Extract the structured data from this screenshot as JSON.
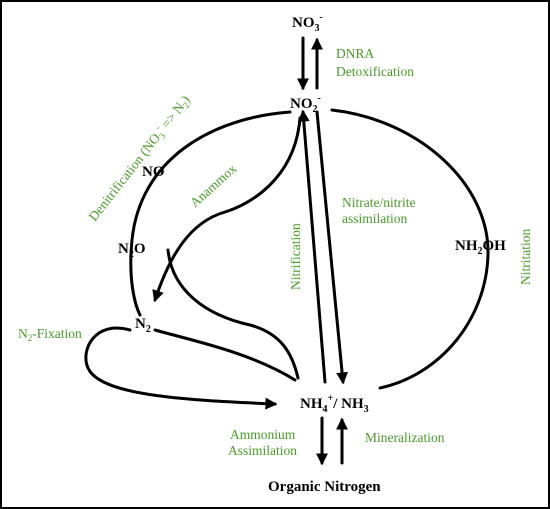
{
  "nodes": {
    "no3": {
      "base": "NO",
      "sub": "3",
      "sup": "-"
    },
    "no2": {
      "base": "NO",
      "sub": "2",
      "sup": "-"
    },
    "no": {
      "base": "NO"
    },
    "n2o": {
      "base1": "N",
      "sub": "2",
      "base2": "O"
    },
    "n2": {
      "base": "N",
      "sub": "2"
    },
    "nh2oh": {
      "base1": "NH",
      "sub": "2",
      "base2": "OH"
    },
    "nh4": {
      "base1": "NH",
      "sub1": "4",
      "sup1": "+",
      "mid": "/ NH",
      "sub2": "3"
    },
    "organic": {
      "label": "Organic Nitrogen"
    }
  },
  "processes": {
    "dnra": "DNRA",
    "detox": "Detoxification",
    "denitrification": {
      "pre": "Denitrification (NO",
      "sub1": "3",
      "sup1": "-",
      "mid": " => N",
      "sub2": "2",
      "post": ")"
    },
    "anammox": "Anammox",
    "nitrate_assim_1": "Nitrate/nitrite",
    "nitrate_assim_2": "assimilation",
    "nitrification": "Nitrification",
    "nitritation": "Nitritation",
    "n2fix": {
      "pre": "N",
      "sub": "2",
      "post": "-Fixation"
    },
    "ammonium_1": "Ammonium",
    "ammonium_2": "Assimilation",
    "mineralization": "Mineralization"
  },
  "colors": {
    "process_text": "#4a9a2a",
    "lines": "#000000",
    "background": "#ffffff"
  }
}
